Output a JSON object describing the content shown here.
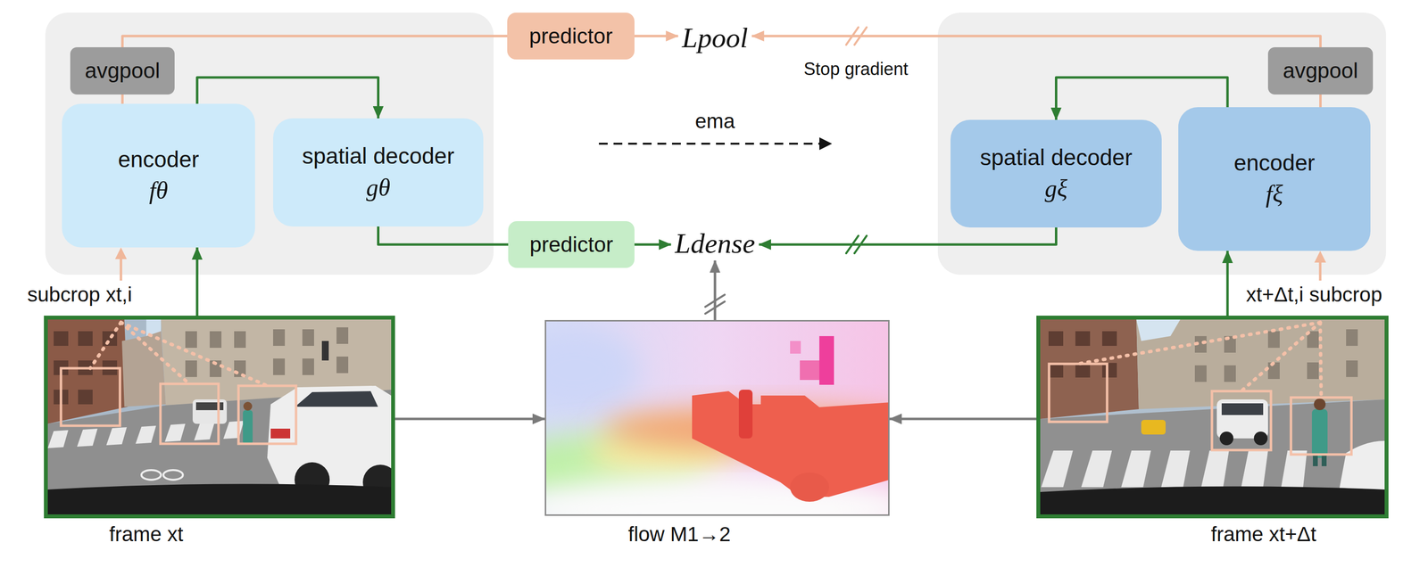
{
  "diagram": {
    "nodes": [
      {
        "text": [
          "predictor"
        ]
      },
      {
        "text": [
          "Lpool"
        ]
      },
      {
        "text": [
          "avgpool"
        ]
      },
      {
        "text": [
          "encoder",
          "fθ"
        ]
      },
      {
        "text": [
          "spatial decoder",
          "gθ"
        ]
      },
      {
        "text": [
          "spatial decoder",
          "gξ"
        ]
      },
      {
        "text": [
          "encoder",
          "fξ"
        ]
      },
      {
        "text": [
          "avgpool"
        ]
      },
      {
        "text": [
          "predictor"
        ]
      },
      {
        "text": [
          "Ldense"
        ]
      },
      {
        "text": [
          "frame xt"
        ]
      },
      {
        "text": [
          "flow M1→2"
        ]
      },
      {
        "text": [
          "frame xt+Δt"
        ]
      }
    ],
    "edges": [
      {
        "from": 3,
        "to": 2,
        "arrow": "none"
      },
      {
        "from": 2,
        "to": 0,
        "arrow": "none"
      },
      {
        "from": 0,
        "to": 1,
        "arrow": "to"
      },
      {
        "from": 7,
        "to": 1,
        "arrow": "to",
        "label": "Stop gradient"
      },
      {
        "from": 3,
        "to": 4,
        "arrow": "to"
      },
      {
        "from": 4,
        "to": 8,
        "arrow": "none"
      },
      {
        "from": 8,
        "to": 9,
        "arrow": "to"
      },
      {
        "from": 5,
        "to": 9,
        "arrow": "to"
      },
      {
        "from": 6,
        "to": 5,
        "arrow": "to"
      },
      {
        "from": 6,
        "to": 7,
        "arrow": "none"
      },
      {
        "from": 10,
        "to": 3,
        "arrow": "to"
      },
      {
        "from": 12,
        "to": 6,
        "arrow": "to"
      },
      {
        "from": 10,
        "to": 11,
        "arrow": "to"
      },
      {
        "from": 12,
        "to": 11,
        "arrow": "to"
      },
      {
        "from": 11,
        "to": 9,
        "arrow": "to"
      }
    ],
    "labels": [
      "ema",
      "subcrop xt,i",
      "xt+Δt,i subcrop"
    ]
  }
}
